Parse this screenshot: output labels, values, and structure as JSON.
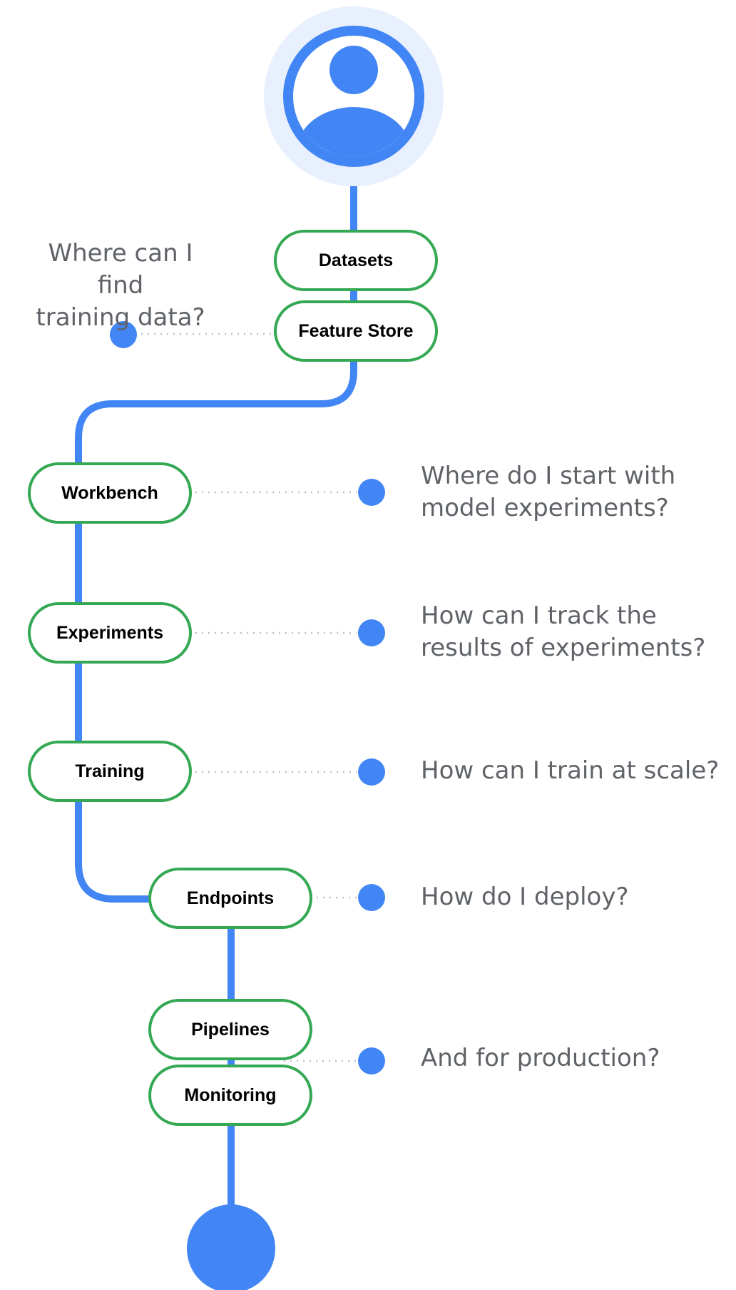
{
  "colors": {
    "path": "#4285f4",
    "node_border": "#34a853",
    "avatar_bg": "#e8f0fe",
    "question_text": "#5f6368",
    "dotted": "#bdc1c6"
  },
  "icons": {
    "start": "user-avatar-icon",
    "end": "end-circle-icon"
  },
  "nodes": [
    {
      "label": "Datasets"
    },
    {
      "label": "Feature Store"
    },
    {
      "label": "Workbench"
    },
    {
      "label": "Experiments"
    },
    {
      "label": "Training"
    },
    {
      "label": "Endpoints"
    },
    {
      "label": "Pipelines"
    },
    {
      "label": "Monitoring"
    }
  ],
  "questions": [
    {
      "text": "Where can I find\ntraining data?"
    },
    {
      "text": "Where do I start with\nmodel experiments?"
    },
    {
      "text": "How can I track the\nresults of experiments?"
    },
    {
      "text": "How can I train at scale?"
    },
    {
      "text": "How do I deploy?"
    },
    {
      "text": "And for production?"
    }
  ]
}
